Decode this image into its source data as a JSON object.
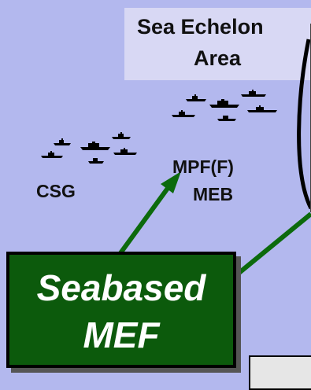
{
  "diagram": {
    "echelon_area": {
      "line1": "Sea Echelon",
      "line2": "Area"
    },
    "labels": {
      "csg": "CSG",
      "mpf_line1": "MPF(F)",
      "mpf_line2": "MEB"
    },
    "seabased_box": {
      "line1": "Seabased",
      "line2": "MEF"
    },
    "colors": {
      "background": "#b3b8ee",
      "echelon_box": "#d8d8f4",
      "mef_box": "#0c5a0c",
      "arrow": "#0c6a0c",
      "ships": "#000000"
    }
  }
}
